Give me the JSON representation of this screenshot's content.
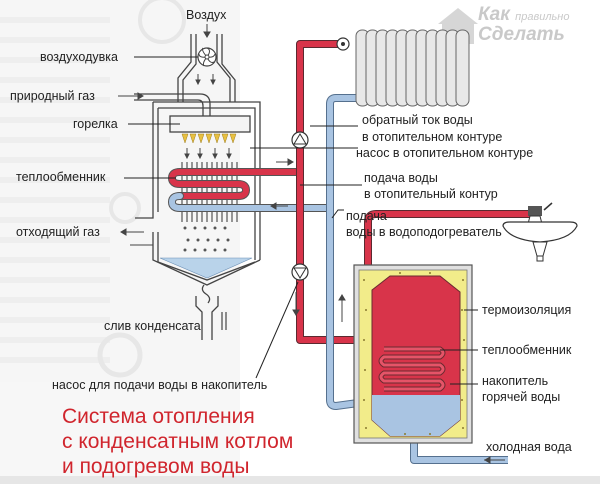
{
  "diagram": {
    "title_lines": [
      "Система отопления",
      "с конденсатным котлом",
      "и подогревом воды"
    ],
    "watermark": {
      "line1": "Как",
      "line1_small": "правильно",
      "line2": "Сделать"
    },
    "labels": {
      "air": "Воздух",
      "blower": "воздуходувка",
      "natural_gas": "природный газ",
      "burner": "горелка",
      "heat_exchanger_boiler": "теплообменник",
      "flue_gas": "отходящий газ",
      "condensate_drain": "слив конденсата",
      "storage_pump": "насос для подачи воды в накопитель",
      "return_flow_1": "обратный ток воды",
      "return_flow_2": "в отопительном контуре",
      "heating_pump": "насос в отопительном контуре",
      "supply_heating_1": "подача воды",
      "supply_heating_2": "в отопительный контур",
      "supply_heater_1": "подача",
      "supply_heater_2": "воды в водоподогреватель",
      "insulation": "термоизоляция",
      "heat_exchanger_tank": "теплообменник",
      "storage_1": "накопитель",
      "storage_2": "горячей воды",
      "cold_water": "холодная вода"
    },
    "colors": {
      "hot": "#d8344a",
      "cold": "#a9c4e2",
      "title": "#d0252d",
      "insulation": "#f2ec8a",
      "flame": "#e8c040"
    }
  }
}
